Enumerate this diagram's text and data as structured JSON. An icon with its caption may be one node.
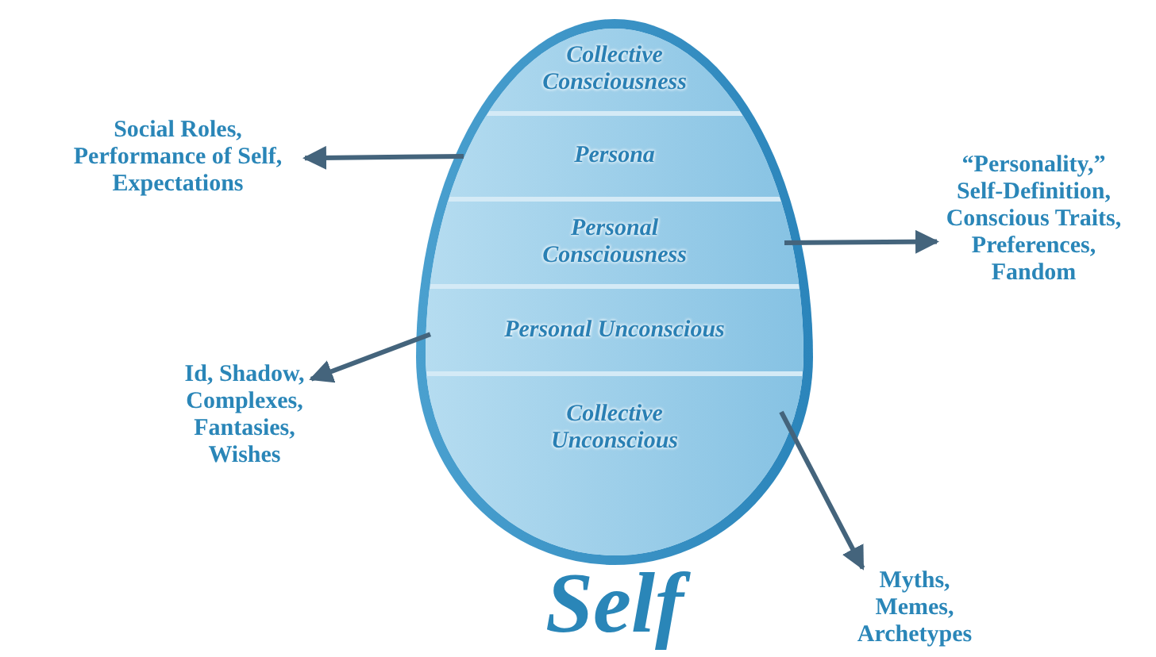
{
  "diagram": {
    "nodes": [
      {
        "text": [
          "Self"
        ]
      },
      {
        "text": [
          "Collective Consciousness"
        ],
        "in": 0
      },
      {
        "text": [
          "Persona"
        ],
        "in": 0
      },
      {
        "text": [
          "Personal Consciousness"
        ],
        "in": 0
      },
      {
        "text": [
          "Personal Unconscious"
        ],
        "in": 0
      },
      {
        "text": [
          "Collective Unconscious"
        ],
        "in": 0
      },
      {
        "text": [
          "Social Roles, Performance of Self, Expectations"
        ]
      },
      {
        "text": [
          "“Personality,” Self-Definition, Conscious Traits, Preferences, Fandom"
        ]
      },
      {
        "text": [
          "Id, Shadow, Complexes, Fantasies, Wishes"
        ]
      },
      {
        "text": [
          "Myths, Memes, Archetypes"
        ]
      }
    ],
    "edges": [
      {
        "from": 2,
        "to": 6,
        "arrow": "to"
      },
      {
        "from": 3,
        "to": 7,
        "arrow": "to"
      },
      {
        "from": 4,
        "to": 8,
        "arrow": "to"
      },
      {
        "from": 5,
        "to": 9,
        "arrow": "to"
      }
    ]
  }
}
